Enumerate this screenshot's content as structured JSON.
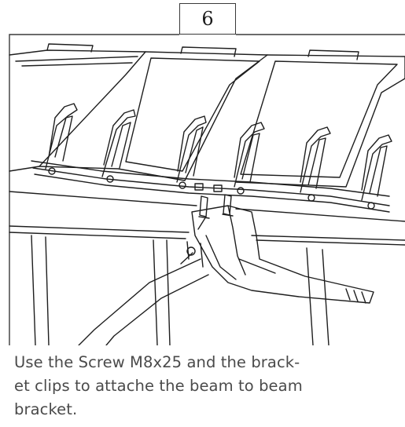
{
  "step": {
    "number": "6"
  },
  "instruction": {
    "lines": [
      "Use the Screw M8x25 and the brack-",
      "et clips to attache the beam to beam",
      "bracket."
    ]
  },
  "colors": {
    "line": "#1e1e1e",
    "frame": "#3a3a3a",
    "text": "#4a4a4a"
  }
}
